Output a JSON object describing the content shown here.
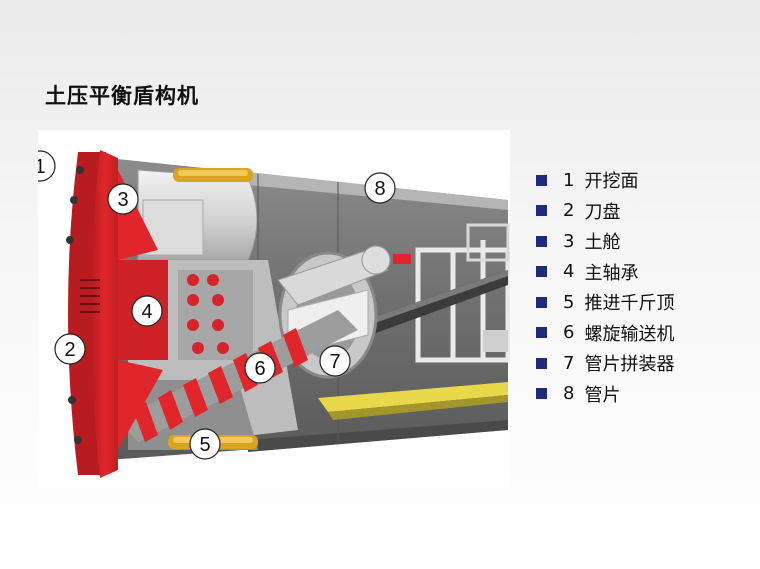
{
  "title": "土压平衡盾构机",
  "diagram": {
    "callouts": [
      "1",
      "2",
      "3",
      "4",
      "5",
      "6",
      "7",
      "8"
    ]
  },
  "legend": {
    "items": [
      {
        "num": "1",
        "label": "开挖面"
      },
      {
        "num": "2",
        "label": "刀盘"
      },
      {
        "num": "3",
        "label": "土舱"
      },
      {
        "num": "4",
        "label": "主轴承"
      },
      {
        "num": "5",
        "label": "推进千斤顶"
      },
      {
        "num": "6",
        "label": "螺旋输送机"
      },
      {
        "num": "7",
        "label": "管片拼装器"
      },
      {
        "num": "8",
        "label": "管片"
      }
    ],
    "bullet_color": "#1e2b7a"
  },
  "colors": {
    "cutterhead": "#e0262a",
    "shield": "#9a9a9a",
    "conveyor_deck": "#e8d84a"
  }
}
